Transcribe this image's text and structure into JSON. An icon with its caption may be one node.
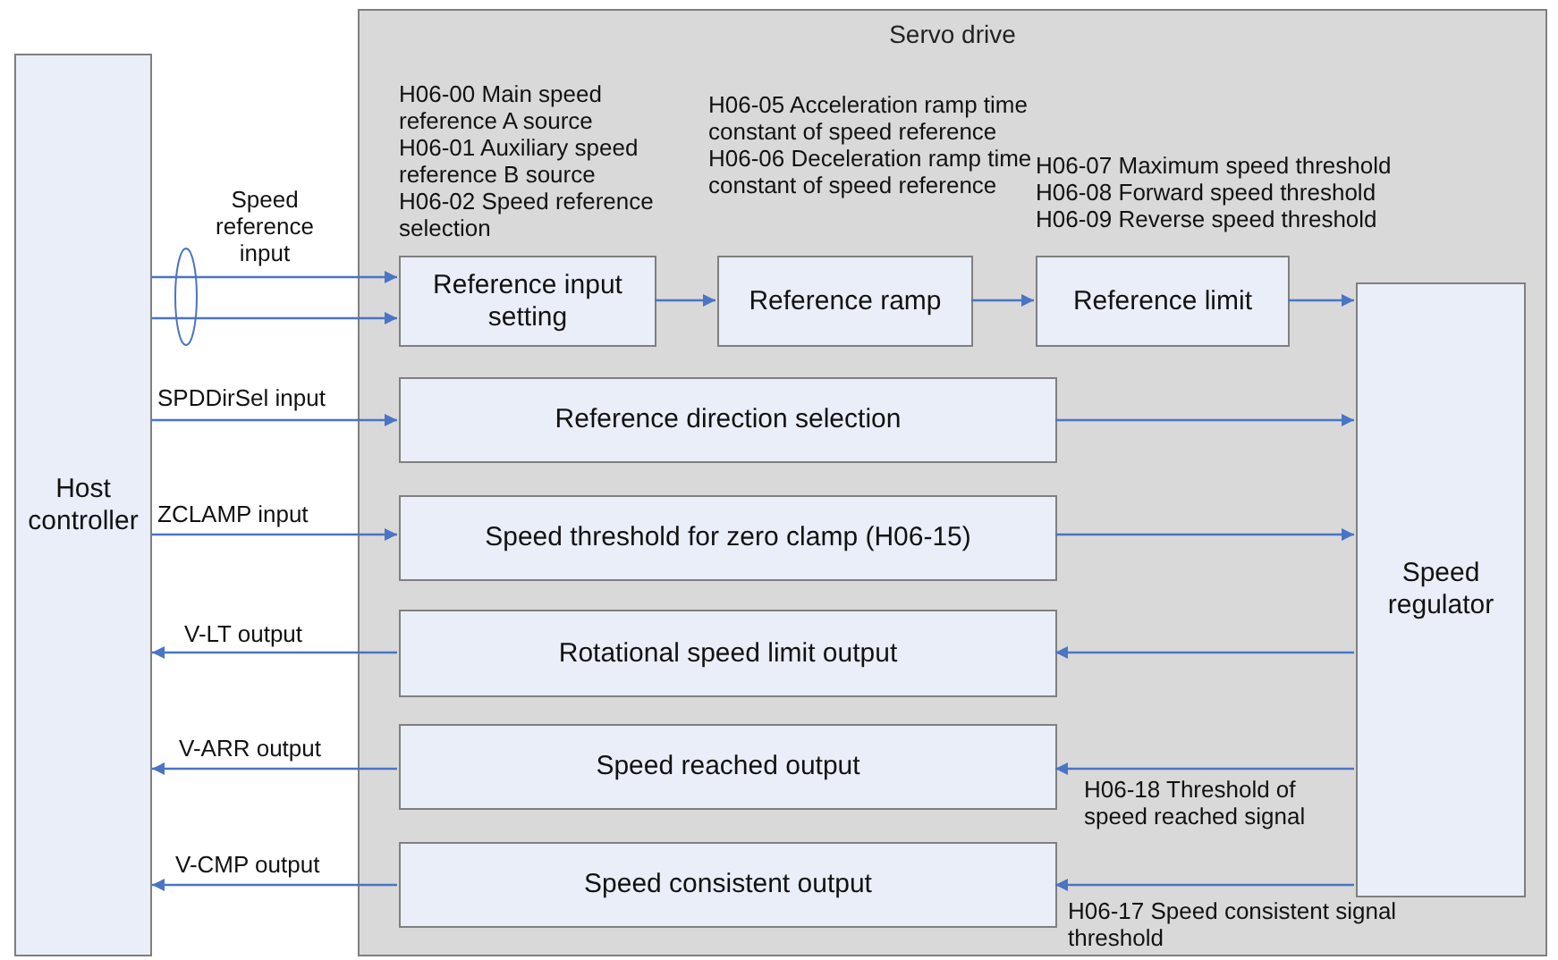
{
  "diagram": {
    "nodes": [
      {
        "text": [
          "Host controller"
        ]
      },
      {
        "text": [
          "Servo drive"
        ]
      },
      {
        "text": [
          "Reference input setting"
        ],
        "in": 1,
        "beside": [
          "H06-00 Main speed reference A source",
          "H06-01 Auxiliary speed reference B source",
          "H06-02 Speed reference selection"
        ]
      },
      {
        "text": [
          "Reference ramp"
        ],
        "in": 1,
        "beside": [
          "H06-05 Acceleration ramp time constant of speed reference",
          "H06-06 Deceleration ramp time constant of speed reference"
        ]
      },
      {
        "text": [
          "Reference limit"
        ],
        "in": 1,
        "beside": [
          "H06-07 Maximum speed threshold",
          "H06-08 Forward speed threshold",
          "H06-09 Reverse speed threshold"
        ]
      },
      {
        "text": [
          "Speed regulator"
        ],
        "in": 1
      },
      {
        "text": [
          "Reference direction selection"
        ],
        "in": 1
      },
      {
        "text": [
          "Speed threshold for zero clamp (H06-15)"
        ],
        "in": 1
      },
      {
        "text": [
          "Rotational speed limit output"
        ],
        "in": 1
      },
      {
        "text": [
          "Speed reached output"
        ],
        "in": 1
      },
      {
        "text": [
          "Speed consistent output"
        ],
        "in": 1
      }
    ],
    "edges": [
      {
        "from": 0,
        "to": 2,
        "arrow": "to",
        "label": "Speed reference input"
      },
      {
        "from": 0,
        "to": 2,
        "arrow": "to"
      },
      {
        "from": 2,
        "to": 3,
        "arrow": "to"
      },
      {
        "from": 3,
        "to": 4,
        "arrow": "to"
      },
      {
        "from": 4,
        "to": 5,
        "arrow": "to"
      },
      {
        "from": 0,
        "to": 6,
        "arrow": "to",
        "label": "SPDDirSel input"
      },
      {
        "from": 6,
        "to": 5,
        "arrow": "to"
      },
      {
        "from": 0,
        "to": 7,
        "arrow": "to",
        "label": "ZCLAMP input"
      },
      {
        "from": 7,
        "to": 5,
        "arrow": "to"
      },
      {
        "from": 5,
        "to": 8,
        "arrow": "to"
      },
      {
        "from": 8,
        "to": 0,
        "arrow": "to",
        "label": "V-LT output"
      },
      {
        "from": 5,
        "to": 9,
        "arrow": "to",
        "label": "H06-18 Threshold of speed reached signal"
      },
      {
        "from": 9,
        "to": 0,
        "arrow": "to",
        "label": "V-ARR output"
      },
      {
        "from": 5,
        "to": 10,
        "arrow": "to",
        "label": "H06-17 Speed consistent signal threshold"
      },
      {
        "from": 10,
        "to": 0,
        "arrow": "to",
        "label": "V-CMP output"
      }
    ]
  }
}
